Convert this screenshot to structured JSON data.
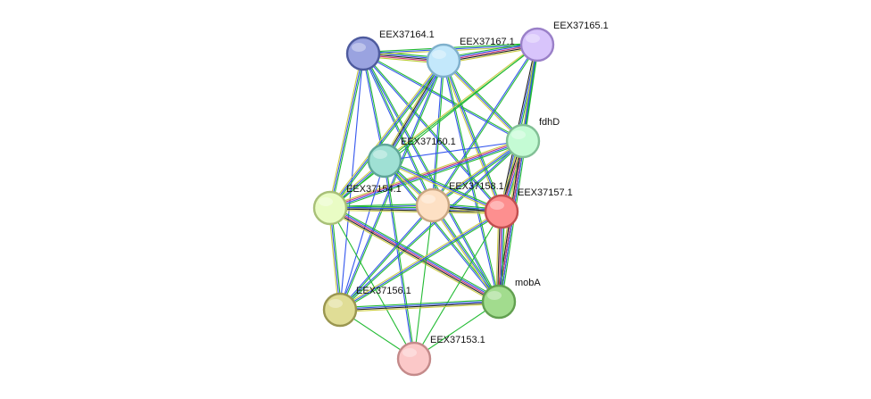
{
  "network": {
    "nodes": [
      {
        "id": "EEX37164.1",
        "label": "EEX37164.1",
        "fill": "#9aa3e0",
        "stroke": "#4e5b9e"
      },
      {
        "id": "EEX37167.1",
        "label": "EEX37167.1",
        "fill": "#c3e8fb",
        "stroke": "#7fb0cc"
      },
      {
        "id": "EEX37165.1",
        "label": "EEX37165.1",
        "fill": "#d8c4fb",
        "stroke": "#9a80c8"
      },
      {
        "id": "fdhD",
        "label": "fdhD",
        "fill": "#c4fbd4",
        "stroke": "#82c096"
      },
      {
        "id": "EEX37160.1",
        "label": "EEX37160.1",
        "fill": "#9fe0d4",
        "stroke": "#5fa699"
      },
      {
        "id": "EEX37154.1",
        "label": "EEX37154.1",
        "fill": "#e9fcc4",
        "stroke": "#a8c078"
      },
      {
        "id": "EEX37158.1",
        "label": "EEX37158.1",
        "fill": "#fde0c4",
        "stroke": "#c9a682"
      },
      {
        "id": "EEX37157.1",
        "label": "EEX37157.1",
        "fill": "#fd8f8f",
        "stroke": "#c24f4f"
      },
      {
        "id": "EEX37156.1",
        "label": "EEX37156.1",
        "fill": "#e0dd96",
        "stroke": "#9a9650"
      },
      {
        "id": "mobA",
        "label": "mobA",
        "fill": "#a2dc8e",
        "stroke": "#62a050"
      },
      {
        "id": "EEX37153.1",
        "label": "EEX37153.1",
        "fill": "#fbc8c8",
        "stroke": "#c48a8a"
      }
    ],
    "edges": [
      {
        "source": "EEX37164.1",
        "target": "EEX37167.1",
        "colors": [
          "#22bb33",
          "#3355ee",
          "#222222",
          "#cc3377",
          "#bbcc33"
        ]
      },
      {
        "source": "EEX37164.1",
        "target": "EEX37165.1",
        "colors": [
          "#22bb33",
          "#3355ee",
          "#cccc44"
        ]
      },
      {
        "source": "EEX37164.1",
        "target": "fdhD",
        "colors": [
          "#22bb33",
          "#3355ee"
        ]
      },
      {
        "source": "EEX37164.1",
        "target": "EEX37160.1",
        "colors": [
          "#22bb33",
          "#3355ee"
        ]
      },
      {
        "source": "EEX37164.1",
        "target": "EEX37154.1",
        "colors": [
          "#22bb33",
          "#3355ee",
          "#cccc44"
        ]
      },
      {
        "source": "EEX37164.1",
        "target": "EEX37158.1",
        "colors": [
          "#22bb33",
          "#3355ee"
        ]
      },
      {
        "source": "EEX37164.1",
        "target": "EEX37157.1",
        "colors": [
          "#22bb33",
          "#3355ee"
        ]
      },
      {
        "source": "EEX37164.1",
        "target": "EEX37156.1",
        "colors": [
          "#3355ee"
        ]
      },
      {
        "source": "EEX37164.1",
        "target": "mobA",
        "colors": [
          "#22bb33",
          "#3355ee"
        ]
      },
      {
        "source": "EEX37167.1",
        "target": "EEX37165.1",
        "colors": [
          "#22bb33",
          "#3355ee",
          "#cc3377",
          "#222222",
          "#cccc44"
        ]
      },
      {
        "source": "EEX37167.1",
        "target": "fdhD",
        "colors": [
          "#22bb33",
          "#3355ee",
          "#cccc44"
        ]
      },
      {
        "source": "EEX37167.1",
        "target": "EEX37160.1",
        "colors": [
          "#22bb33",
          "#3355ee",
          "#222222",
          "#cccc44"
        ]
      },
      {
        "source": "EEX37167.1",
        "target": "EEX37154.1",
        "colors": [
          "#22bb33",
          "#3355ee",
          "#cccc44"
        ]
      },
      {
        "source": "EEX37167.1",
        "target": "EEX37158.1",
        "colors": [
          "#22bb33",
          "#3355ee"
        ]
      },
      {
        "source": "EEX37167.1",
        "target": "EEX37157.1",
        "colors": [
          "#22bb33",
          "#3355ee",
          "#cccc44"
        ]
      },
      {
        "source": "EEX37167.1",
        "target": "EEX37156.1",
        "colors": [
          "#22bb33",
          "#3355ee"
        ]
      },
      {
        "source": "EEX37167.1",
        "target": "mobA",
        "colors": [
          "#22bb33",
          "#3355ee"
        ]
      },
      {
        "source": "EEX37165.1",
        "target": "fdhD",
        "colors": [
          "#22bb33",
          "#3355ee"
        ]
      },
      {
        "source": "EEX37165.1",
        "target": "EEX37160.1",
        "colors": [
          "#22bb33",
          "#cccc44"
        ]
      },
      {
        "source": "EEX37165.1",
        "target": "EEX37154.1",
        "colors": [
          "#22bb33"
        ]
      },
      {
        "source": "EEX37165.1",
        "target": "EEX37158.1",
        "colors": [
          "#22bb33",
          "#3355ee"
        ]
      },
      {
        "source": "EEX37165.1",
        "target": "EEX37157.1",
        "colors": [
          "#22bb33",
          "#3355ee",
          "#222222"
        ]
      },
      {
        "source": "EEX37165.1",
        "target": "mobA",
        "colors": [
          "#22bb33",
          "#3355ee",
          "#cccc44"
        ]
      },
      {
        "source": "fdhD",
        "target": "EEX37160.1",
        "colors": [
          "#3355ee"
        ]
      },
      {
        "source": "fdhD",
        "target": "EEX37154.1",
        "colors": [
          "#22bb33",
          "#3355ee",
          "#cc3377",
          "#cccc44"
        ]
      },
      {
        "source": "fdhD",
        "target": "EEX37158.1",
        "colors": [
          "#22bb33",
          "#3355ee",
          "#cccc44"
        ]
      },
      {
        "source": "fdhD",
        "target": "EEX37157.1",
        "colors": [
          "#22bb33",
          "#3355ee",
          "#cc3377",
          "#222222",
          "#cccc44"
        ]
      },
      {
        "source": "fdhD",
        "target": "EEX37156.1",
        "colors": [
          "#22bb33",
          "#3355ee"
        ]
      },
      {
        "source": "fdhD",
        "target": "mobA",
        "colors": [
          "#22bb33",
          "#3355ee",
          "#cc3377",
          "#222222",
          "#cccc44"
        ]
      },
      {
        "source": "EEX37160.1",
        "target": "EEX37154.1",
        "colors": [
          "#22bb33",
          "#3355ee",
          "#cccc44"
        ]
      },
      {
        "source": "EEX37160.1",
        "target": "EEX37158.1",
        "colors": [
          "#22bb33",
          "#3355ee",
          "#cccc44"
        ]
      },
      {
        "source": "EEX37160.1",
        "target": "EEX37157.1",
        "colors": [
          "#22bb33",
          "#3355ee",
          "#cccc44"
        ]
      },
      {
        "source": "EEX37160.1",
        "target": "EEX37156.1",
        "colors": [
          "#3355ee"
        ]
      },
      {
        "source": "EEX37160.1",
        "target": "mobA",
        "colors": [
          "#22bb33",
          "#3355ee"
        ]
      },
      {
        "source": "EEX37160.1",
        "target": "EEX37153.1",
        "colors": [
          "#22bb33",
          "#3355ee"
        ]
      },
      {
        "source": "EEX37154.1",
        "target": "EEX37158.1",
        "colors": [
          "#22bb33",
          "#3355ee",
          "#cccc44"
        ]
      },
      {
        "source": "EEX37154.1",
        "target": "EEX37157.1",
        "colors": [
          "#22bb33",
          "#3355ee",
          "#222222",
          "#cccc44"
        ]
      },
      {
        "source": "EEX37154.1",
        "target": "EEX37156.1",
        "colors": [
          "#22bb33",
          "#3355ee",
          "#cccc44"
        ]
      },
      {
        "source": "EEX37154.1",
        "target": "mobA",
        "colors": [
          "#22bb33",
          "#3355ee",
          "#cc3377",
          "#222222",
          "#cccc44"
        ]
      },
      {
        "source": "EEX37154.1",
        "target": "EEX37153.1",
        "colors": [
          "#22bb33"
        ]
      },
      {
        "source": "EEX37158.1",
        "target": "EEX37157.1",
        "colors": [
          "#22bb33",
          "#3355ee",
          "#222222",
          "#cccc44"
        ]
      },
      {
        "source": "EEX37158.1",
        "target": "EEX37156.1",
        "colors": [
          "#22bb33",
          "#3355ee"
        ]
      },
      {
        "source": "EEX37158.1",
        "target": "mobA",
        "colors": [
          "#22bb33",
          "#3355ee",
          "#cccc44"
        ]
      },
      {
        "source": "EEX37158.1",
        "target": "EEX37153.1",
        "colors": [
          "#22bb33"
        ]
      },
      {
        "source": "EEX37157.1",
        "target": "EEX37156.1",
        "colors": [
          "#22bb33",
          "#3355ee",
          "#cccc44"
        ]
      },
      {
        "source": "EEX37157.1",
        "target": "mobA",
        "colors": [
          "#22bb33",
          "#3355ee",
          "#cc3377",
          "#222222",
          "#cccc44"
        ]
      },
      {
        "source": "EEX37157.1",
        "target": "EEX37153.1",
        "colors": [
          "#22bb33"
        ]
      },
      {
        "source": "EEX37156.1",
        "target": "mobA",
        "colors": [
          "#22bb33",
          "#3355ee",
          "#222222",
          "#cccc44"
        ]
      },
      {
        "source": "EEX37156.1",
        "target": "EEX37153.1",
        "colors": [
          "#22bb33"
        ]
      },
      {
        "source": "mobA",
        "target": "EEX37153.1",
        "colors": [
          "#22bb33"
        ]
      }
    ]
  }
}
